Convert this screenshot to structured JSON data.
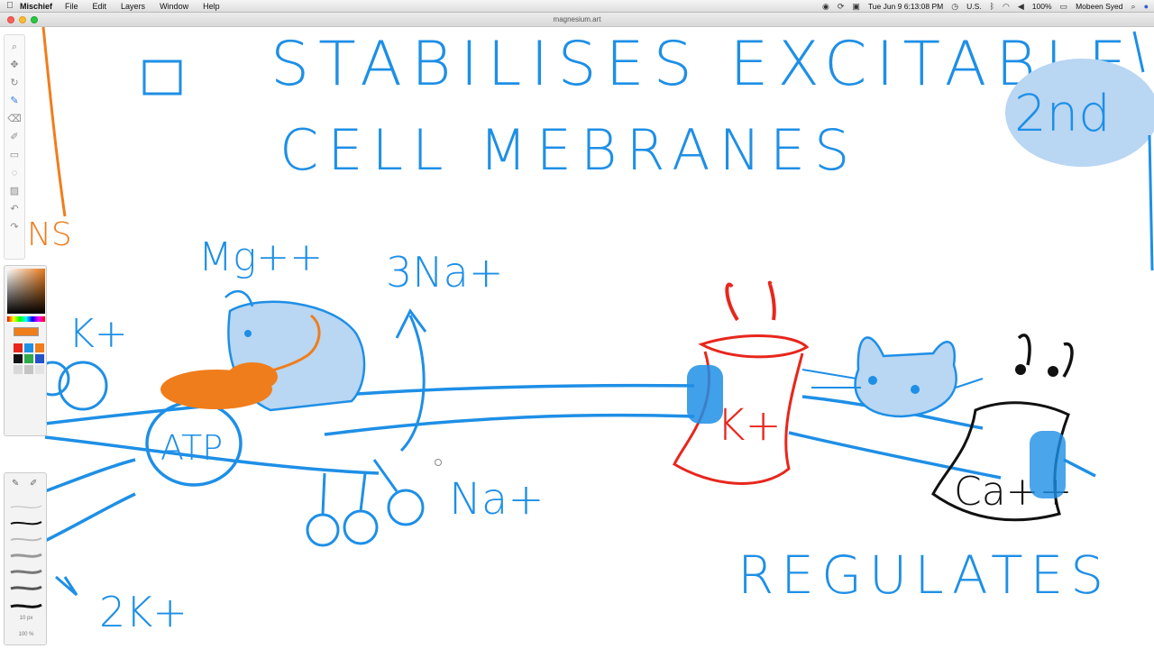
{
  "menubar": {
    "app_name": "Mischief",
    "menus": [
      "File",
      "Edit",
      "Layers",
      "Window",
      "Help"
    ],
    "datetime": "Tue Jun 9  6:13:08 PM",
    "locale": "U.S.",
    "battery": "100%",
    "user": "Mobeen Syed"
  },
  "window": {
    "title": "magnesium.art"
  },
  "brush_panel": {
    "size_label": "10 px",
    "opacity_label": "100 %"
  },
  "colors": {
    "blue_ink": "#1e8fe6",
    "orange_ink": "#f07d1c",
    "red_ink": "#e8261c",
    "black_ink": "#111111",
    "blue_fill": "#b9d6f3"
  },
  "drawing": {
    "heading_line1": "STABILISES EXCITABLE",
    "heading_line2": "CELL MEBRANES",
    "badge": "2nd",
    "orange_fragment": "NS",
    "mg_label": "Mg++",
    "na3_label": "3Na+",
    "k_label": "K+",
    "atp_label": "ATP",
    "na_label": "Na+",
    "k2_label": "2K+",
    "channel_label": "K+",
    "ca_label": "Ca++",
    "regulates": "REGULATES"
  }
}
